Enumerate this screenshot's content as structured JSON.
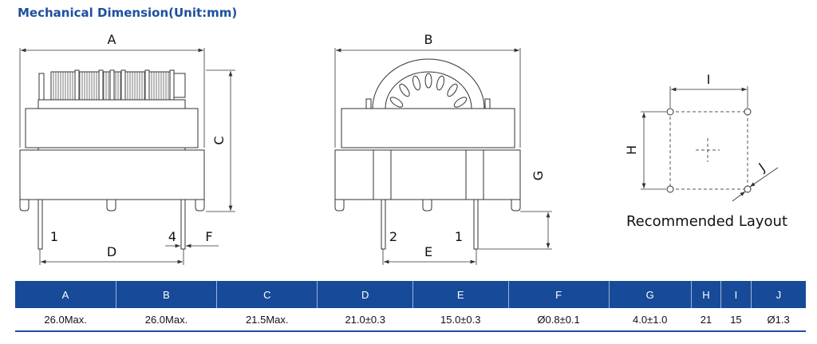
{
  "title": "Mechanical Dimension(Unit:mm)",
  "front_view": {
    "label_a": "A",
    "label_c": "C",
    "label_d": "D",
    "label_f": "F",
    "pin_1": "1",
    "pin_4": "4"
  },
  "side_view": {
    "label_b": "B",
    "label_e": "E",
    "label_g": "G",
    "pin_2": "2",
    "pin_1": "1"
  },
  "layout_view": {
    "label_h": "H",
    "label_i": "I",
    "label_j": "J",
    "caption": "Recommended Layout"
  },
  "table": {
    "headers": [
      "A",
      "B",
      "C",
      "D",
      "E",
      "F",
      "G",
      "H",
      "I",
      "J"
    ],
    "values": [
      "26.0Max.",
      "26.0Max.",
      "21.5Max.",
      "21.0±0.3",
      "15.0±0.3",
      "Ø0.8±0.1",
      "4.0±1.0",
      "21",
      "15",
      "Ø1.3"
    ]
  },
  "colors": {
    "accent": "#174a98"
  }
}
